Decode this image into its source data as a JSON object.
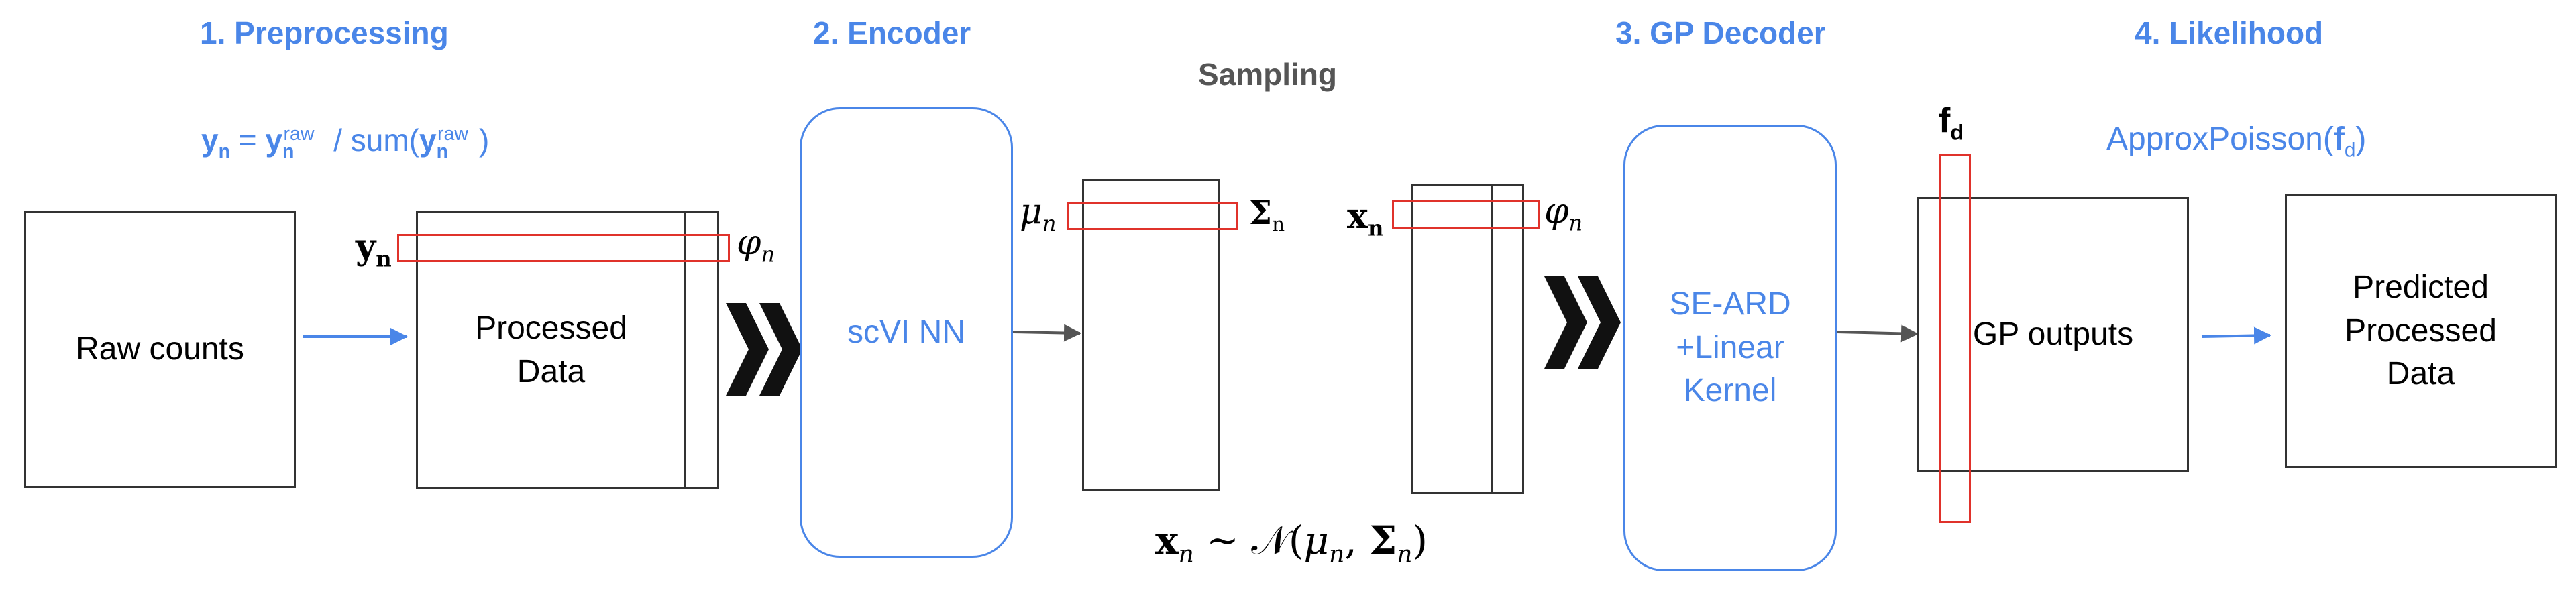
{
  "stages": {
    "preprocessing": "1. Preprocessing",
    "encoder": "2. Encoder",
    "sampling": "Sampling",
    "decoder": "3. GP Decoder",
    "likelihood": "4. Likelihood"
  },
  "formula_normalize": {
    "y": "y",
    "sub_n": "n",
    "sup_raw": "raw",
    "eq": " = ",
    "div": " / sum(",
    "close": ")"
  },
  "boxes": {
    "raw_counts": "Raw counts",
    "processed_data": "Processed\nData",
    "scvi_nn": "scVI NN",
    "kernel": "SE-ARD\n+Linear\nKernel",
    "gp_outputs": "GP outputs",
    "predicted": "Predicted\nProcessed\nData"
  },
  "labels": {
    "y": "y",
    "y_sub": "n",
    "phi": "φ",
    "phi_sub": "n",
    "mu": "μ",
    "mu_sub": "n",
    "sigma": "Σ",
    "sigma_sub": "n",
    "x": "x",
    "x_sub": "n",
    "f": "f",
    "f_sub": "d"
  },
  "likelihood_formula": {
    "prefix": "ApproxPoisson(",
    "f": "f",
    "sub": "d",
    "suffix": ")"
  },
  "sampling_formula": {
    "x": "x",
    "x_sub": "n",
    "tilde": " ~ ",
    "N": "𝒩",
    "open": "(",
    "mu": "μ",
    "mu_sub": "n",
    "comma": ", ",
    "sigma": "Σ",
    "sigma_sub": "n",
    "close": ")"
  },
  "colors": {
    "blue": "#4a86e8",
    "red": "#e0322b",
    "box_border": "#333333",
    "gray_title": "#555555"
  }
}
